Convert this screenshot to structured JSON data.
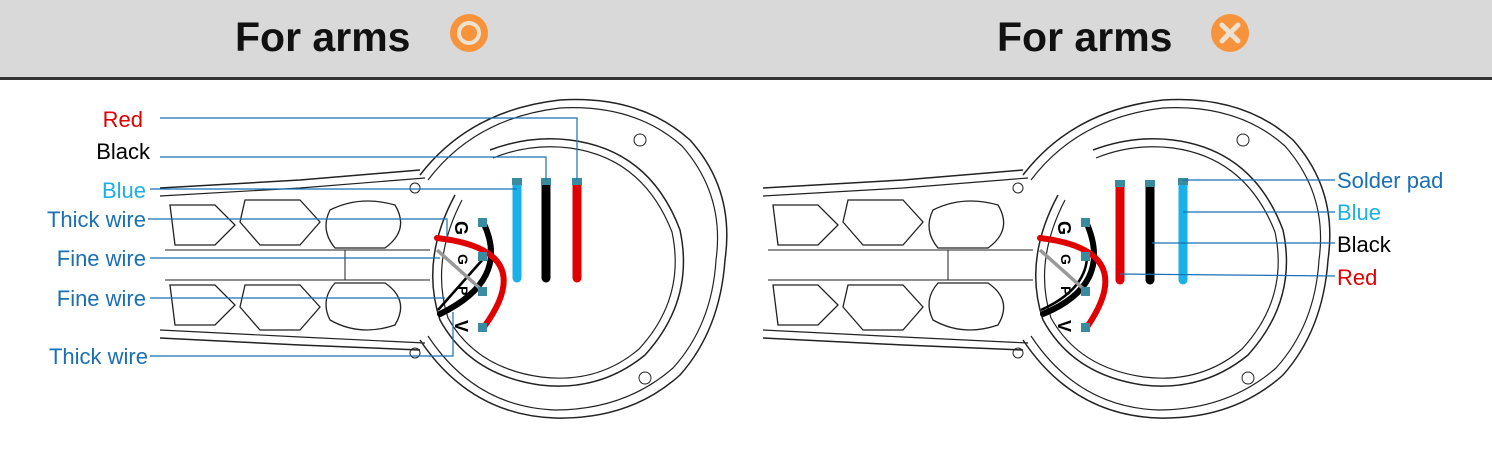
{
  "colors": {
    "header_bg": "#d9d9d9",
    "icon": "#f7933a",
    "red": "#e00000",
    "black": "#000000",
    "blue_wire": "#1ab0e8",
    "label_blue": "#1a6fb5",
    "pad": "#3a8aa0",
    "gray_wire": "#999999"
  },
  "left": {
    "title": "For arms",
    "icon": "target-circle-icon",
    "labels": {
      "red": "Red",
      "black": "Black",
      "blue": "Blue",
      "thick1": "Thick wire",
      "fine1": "Fine wire",
      "fine2": "Fine wire",
      "thick2": "Thick wire"
    },
    "pads": [
      "G",
      "G",
      "P",
      "V"
    ]
  },
  "right": {
    "title": "For arms",
    "icon": "x-circle-icon",
    "labels": {
      "solder": "Solder pad",
      "blue": "Blue",
      "black": "Black",
      "red": "Red"
    },
    "pads": [
      "G",
      "G",
      "P",
      "V"
    ]
  }
}
